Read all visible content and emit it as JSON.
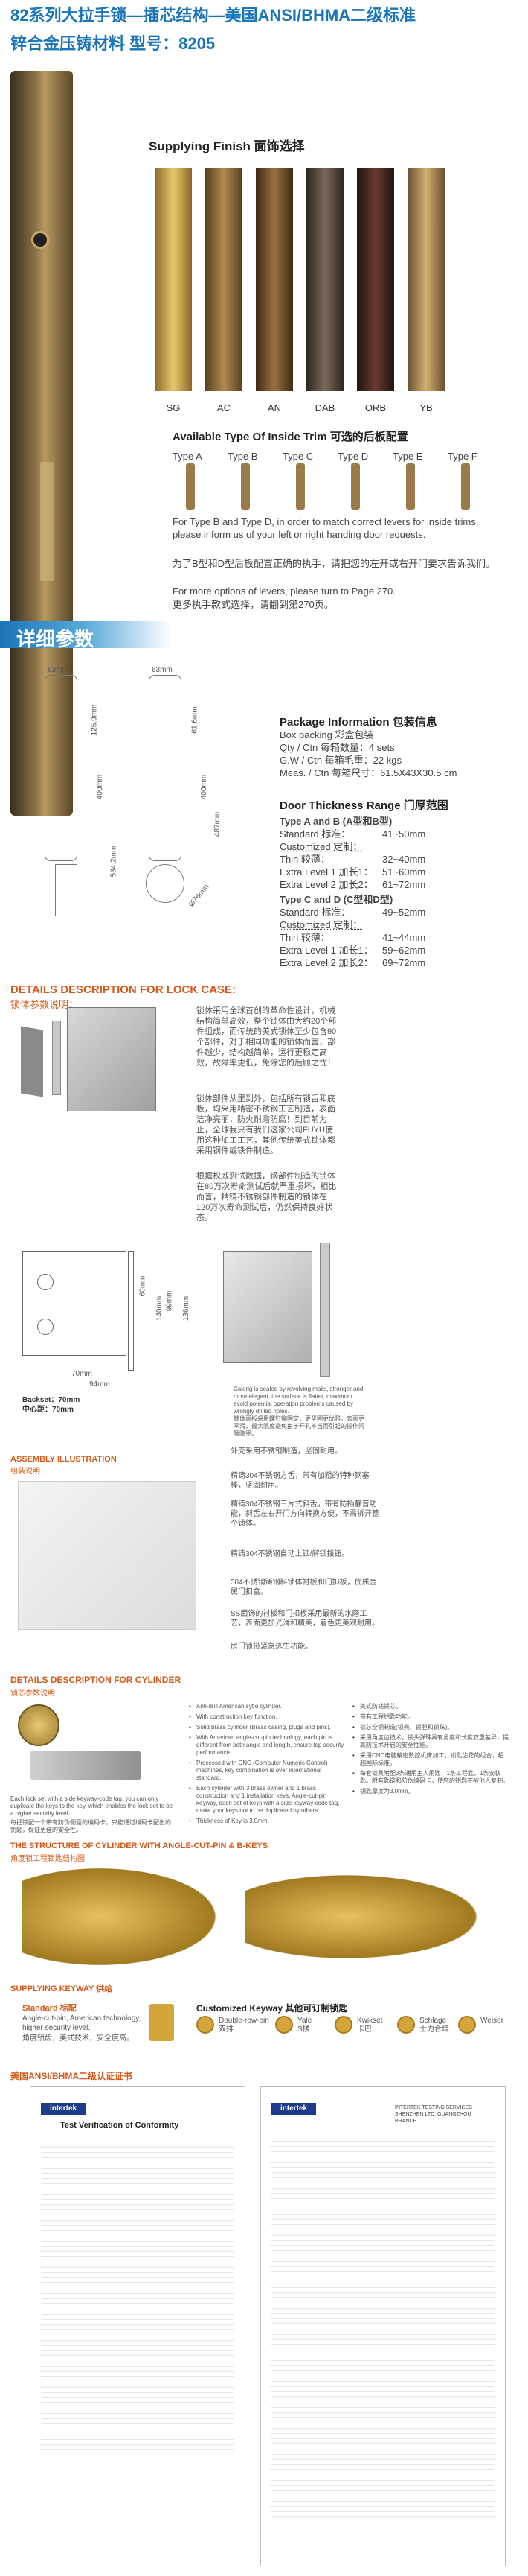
{
  "header": {
    "line1": "82系列大拉手锁—插芯结构—美国ANSI/BHMA二级标准",
    "line2": "锌合金压铸材料  型号：8205"
  },
  "finish": {
    "title": "Supplying Finish 面饰选择",
    "items": [
      {
        "code": "SG",
        "color": "#c8a24e"
      },
      {
        "code": "AC",
        "color": "#a07a3c"
      },
      {
        "code": "AN",
        "color": "#7a5a32"
      },
      {
        "code": "DAB",
        "color": "#6a5a48"
      },
      {
        "code": "ORB",
        "color": "#4a2e28"
      },
      {
        "code": "YB",
        "color": "#b89a5a"
      }
    ]
  },
  "trim": {
    "title": "Available Type Of Inside Trim 可选的后板配置",
    "types": [
      "Type A",
      "Type B",
      "Type C",
      "Type D",
      "Type E",
      "Type F"
    ],
    "note1": "For Type B and Type D, in order to match correct levers for inside trims, please inform us of your left or right handing door requests.",
    "note1_cn": "为了B型和D型后板配置正确的执手，请把您的左开或右开门要求告诉我们。",
    "note2": "For more options of levers, please turn to Page 270.",
    "note2_cn": "更多执手款式选择，请翻到第270页。"
  },
  "detail_title": "详细参数",
  "dims": {
    "w1": "63mm",
    "w2": "63mm",
    "h1": "125.9mm",
    "h2": "400mm",
    "h3": "534.2mm",
    "h4": "61.6mm",
    "h5": "400mm",
    "h6": "487mm",
    "d": "Ø76mm"
  },
  "pkg": {
    "title": "Package  Information 包装信息",
    "l1": "Box packing 彩盒包装",
    "l2": "Qty / Ctn 每箱数量：4 sets",
    "l3": "G.W / Ctn 每箱毛重：22 kgs",
    "l4": "Meas. / Ctn 每箱尺寸：61.5X43X30.5 cm"
  },
  "door": {
    "title": "Door Thickness Range 门厚范围",
    "ab_title": "Type A and B (A型和B型)",
    "ab": [
      {
        "k": "Standard 标准：",
        "v": "41~50mm"
      },
      {
        "k": "Customized 定制：",
        "v": ""
      },
      {
        "k": "Thin 较薄：",
        "v": "32~40mm"
      },
      {
        "k": "Extra Level 1 加长1：",
        "v": "51~60mm"
      },
      {
        "k": "Extra Level 2 加长2：",
        "v": "61~72mm"
      }
    ],
    "cd_title": "Type C and D (C型和D型)",
    "cd": [
      {
        "k": "Standard 标准：",
        "v": "49~52mm"
      },
      {
        "k": "Customized 定制：",
        "v": ""
      },
      {
        "k": "Thin 较薄：",
        "v": "41~44mm"
      },
      {
        "k": "Extra Level 1 加长1：",
        "v": "59~62mm"
      },
      {
        "k": "Extra Level 2 加长2：",
        "v": "69~72mm"
      }
    ]
  },
  "lockcase": {
    "title": "DETAILS DESCRIPTION FOR LOCK CASE:",
    "subtitle": "锁体参数说明：",
    "p1": "锁体采用全球首创的革命性设计，机械结构简单高效，整个锁体由大约20个部件组成，而传统的美式锁体至少包含90个部件，对于相同功能的锁体而言，部件越少，结构越简单，运行更稳定高效，故障率更低，免除您的后顾之忧！",
    "p2": "锁体部件从里到外，包括所有锁舌和底板，均采用精密不锈钢工艺制造，表面洁净亮丽，防火耐磨防腐！到目前为止，全球我只有我们这家公司FUYU使用这种加工工艺，其他传统美式锁体都采用钢件或铁件制造。",
    "p3": "根据权威测试数据，钢部件制造的锁体在80万次寿命测试后就严重损坏，相比而言，精铸不锈钢部件制造的锁体在120万次寿命测试后，仍然保持良好状态。",
    "backset": "Backset：70mm",
    "backset_cn": "中心距：70mm",
    "d1": "70mm",
    "d2": "94mm",
    "d3": "60mm",
    "d4": "140mm",
    "d5": "99mm",
    "d6": "136mm",
    "notes": [
      {
        "en": "Calorig is sealed by revolving mails, stronger and more elegant, the surface is flatter, maximum avoid potential operation problems caused by wrongly drilled holes.",
        "cn": "锁体面板采用螺钉铆固定，更坚固更优雅，表面更平滑，最大限度避免由于开孔不当而引起的操作问题隐患。"
      },
      {
        "cn": "外壳采用不锈钢制造，坚固耐用。"
      },
      {
        "cn": "精铸304不锈钢方舌，带有加粗的特种钢塞棒，坚固耐用。"
      },
      {
        "cn": "精铸304不锈钢三片式斜舌，带有防插静音功能，斜舌左右开门方向转换方便，不需拆开整个锁体。"
      },
      {
        "cn": "精铸304不锈钢自动上锁/解锁拨钮。"
      },
      {
        "cn": "304不锈钢铸钢料锁体衬板和门扣板，优质金属门扣盒。"
      },
      {
        "cn": "SS面饰的衬板和门扣板采用最新的水磨工艺，表面更加光滑和精美，着色更美观耐用。"
      },
      {
        "cn": "房门锁带紧急逃生功能。"
      }
    ]
  },
  "assembly": {
    "title": "ASSEMBLY ILLUSTRATION",
    "subtitle": "组装说明"
  },
  "cylinder": {
    "title": "DETAILS DESCRIPTION FOR CYLINDER",
    "subtitle": "锁芯参数说明",
    "left": [
      "Anti-drill American sytle cylinder.",
      "With construction key function.",
      "Solid brass cylinder (Brass casing, plugs and pins).",
      "With American angle-cut-pin technology, each pin is different from both angle and length, ensure top security performance.",
      "Processed with CNC (Computer Numeric Control) machines, key combination is over international standard.",
      "Each cylinder with 3 brass owner and 1 brass construction and 1 installation keys. Angle-cut-pin keyway, each set of keys with a side keyway code tag, make your keys not to be duplicated by others.",
      "Thickness of Key is 3.0mm."
    ],
    "right": [
      "美式防钻锁芯。",
      "带有工程钥匙功能。",
      "锁芯全铜制造(锁壳、锁胆和锁珠)。",
      "采用角度齿技术，锁头弹珠具有角度和长度双重差异，提高防技术开启的安全性能。",
      "采用CNC电脑精密数控机床加工，锁匙齿花的组合，超越国际标准。",
      "每套锁具附配3条通用主人用匙，1条工程匙，1条安装匙。附有匙链和防伪编码卡，使您的钥匙不被他人复制。",
      "钥匙厚度为3.0mm。"
    ],
    "tag_en": "Each lock set with a side keyway-code tag, you can only duplicate the keys to the key, which enables the lock set to be a higher security level.",
    "tag_cn": "每把锁配一个带有防伪侧面的编码卡，只能通过编码卡配出的钥匙，保证更佳的安全性。"
  },
  "angle": {
    "title": "THE STRUCTURE OF CYLINDER WITH ANGLE-CUT-PIN & B-KEYS",
    "subtitle": "角度锁工程锁匙结构图"
  },
  "keyway": {
    "title": "SUPPLYING KEYWAY 供给",
    "std_title": "Standard 标配",
    "std_text": "Angle-cut-pin, American technology, higher security level.",
    "std_cn": "角度锁齿，美式技术，安全度高。",
    "cust_title": "Customized Keyway 其他可订制锁匙",
    "opts": [
      {
        "en": "Double-row-pin",
        "cn": "双排"
      },
      {
        "en": "Yale",
        "cn": "S楼"
      },
      {
        "en": "Kwikset",
        "cn": "卡巴"
      },
      {
        "en": "Schlage",
        "cn": "士力合增"
      },
      {
        "en": "Weiser",
        "cn": ""
      }
    ]
  },
  "cert": {
    "title": "美国ANSI/BHMA二级认证证书",
    "left_title": "Test Verification of Conformity",
    "logo": "intertek",
    "right_head": "INTERTEK TESTING SERVICES SHENZHEN LTD. GUANGZHOU BRANCH"
  }
}
